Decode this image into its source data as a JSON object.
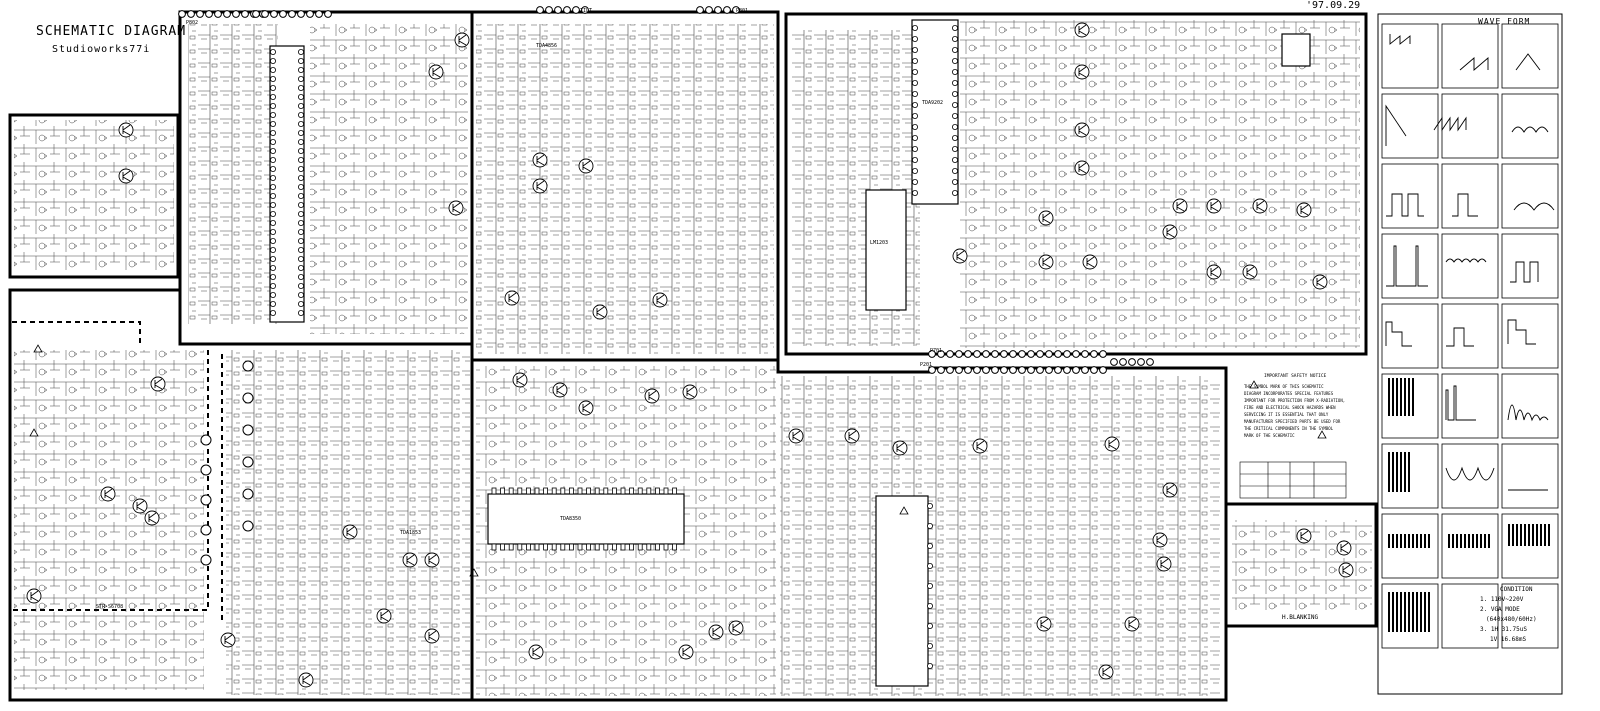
{
  "header": {
    "title": "SCHEMATIC DIAGRAM",
    "subtitle": "Studioworks77i",
    "date": "'97.09.29"
  },
  "waveform_panel": {
    "heading": "WAVE FORM",
    "condition_title": "CONDITION",
    "conditions": [
      "1. 110V~220V",
      "2. VGA MODE",
      "(640x480/60Hz)",
      "3. 1H  31.75uS",
      "1V  16.68mS"
    ]
  },
  "safety_notice": {
    "title": "IMPORTANT SAFETY NOTICE",
    "lines": [
      "THE   SYMBOL MARK OF THIS SCHEMATIC",
      "DIAGRAM INCORPORATES SPECIAL FEATURES",
      "IMPORTANT FOR PROTECTION FROM X-RADIATION,",
      "FIRE AND ELECTRICAL SHOCK HAZARDS WHEN",
      "SERVICING IT IS ESSENTIAL THAT ONLY",
      "MANUFACTURER SPECIFIED PARTS BE USED FOR",
      "THE CRITICAL COMPONENTS IN THE   SYMBOL",
      "MARK OF THE SCHEMATIC"
    ]
  },
  "sections": {
    "h_blanking": "H.BLANKING"
  },
  "ic_labels": [
    "TDA4856",
    "TDA9202",
    "LM1203",
    "TDA8350",
    "STR-S6708",
    "TDA1853"
  ],
  "connector_labels": [
    "TILT",
    "P801",
    "P802",
    "P701",
    "P201"
  ]
}
